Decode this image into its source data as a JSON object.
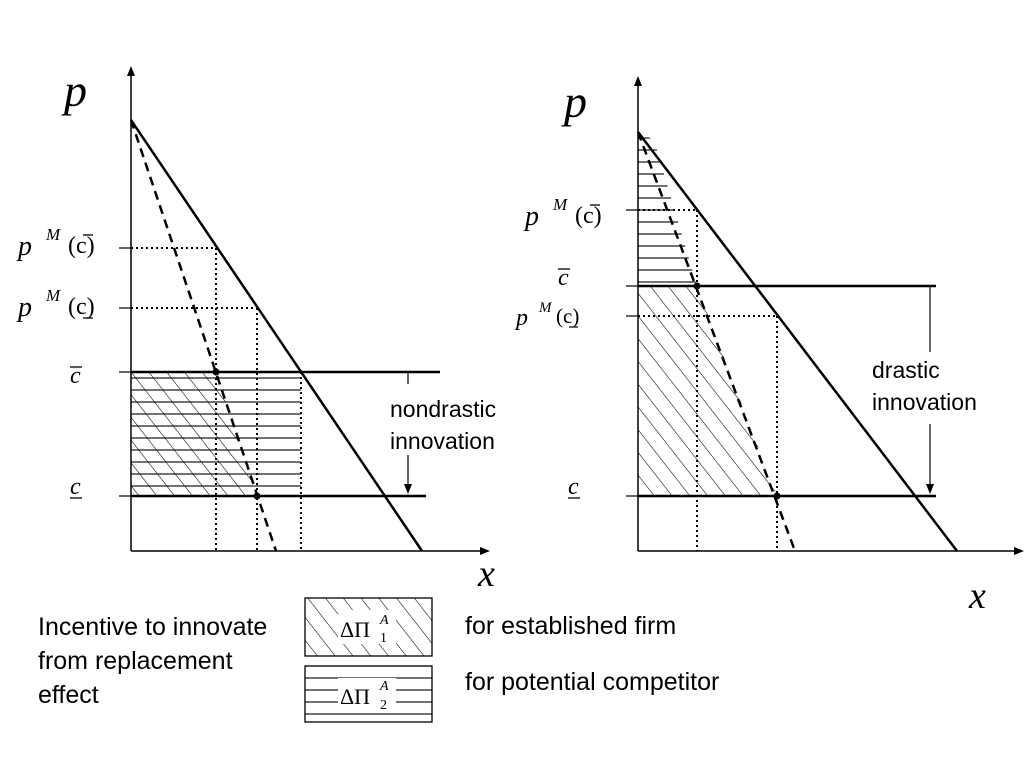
{
  "left_panel": {
    "y_axis_label": "p",
    "x_axis_label": "x",
    "pm_cbar_p": "p",
    "pm_cbar_m": "M",
    "pm_cbar_arg": "(c)",
    "pm_cunder_p": "p",
    "pm_cunder_m": "M",
    "pm_cunder_arg": "(c)",
    "c_bar": "c",
    "c_under": "c",
    "annotation_line1": "nondrastic",
    "annotation_line2": "innovation"
  },
  "right_panel": {
    "y_axis_label": "p",
    "x_axis_label": "x",
    "pm_cbar_p": "p",
    "pm_cbar_m": "M",
    "pm_cbar_arg": "(c)",
    "c_bar": "c",
    "pm_cunder_p": "p",
    "pm_cunder_m": "M",
    "pm_cunder_arg": "(c)",
    "c_under": "c",
    "annotation_line1": "drastic",
    "annotation_line2": "innovation"
  },
  "legend": {
    "caption_line1": "Incentive to innovate",
    "caption_line2": "from replacement",
    "caption_line3": "effect",
    "box1_delta_pi": "ΔΠ",
    "box1_sup": "A",
    "box1_sub": "1",
    "box1_desc": "for established firm",
    "box2_delta_pi": "ΔΠ",
    "box2_sup": "A",
    "box2_sub": "2",
    "box2_desc": "for potential competitor"
  }
}
